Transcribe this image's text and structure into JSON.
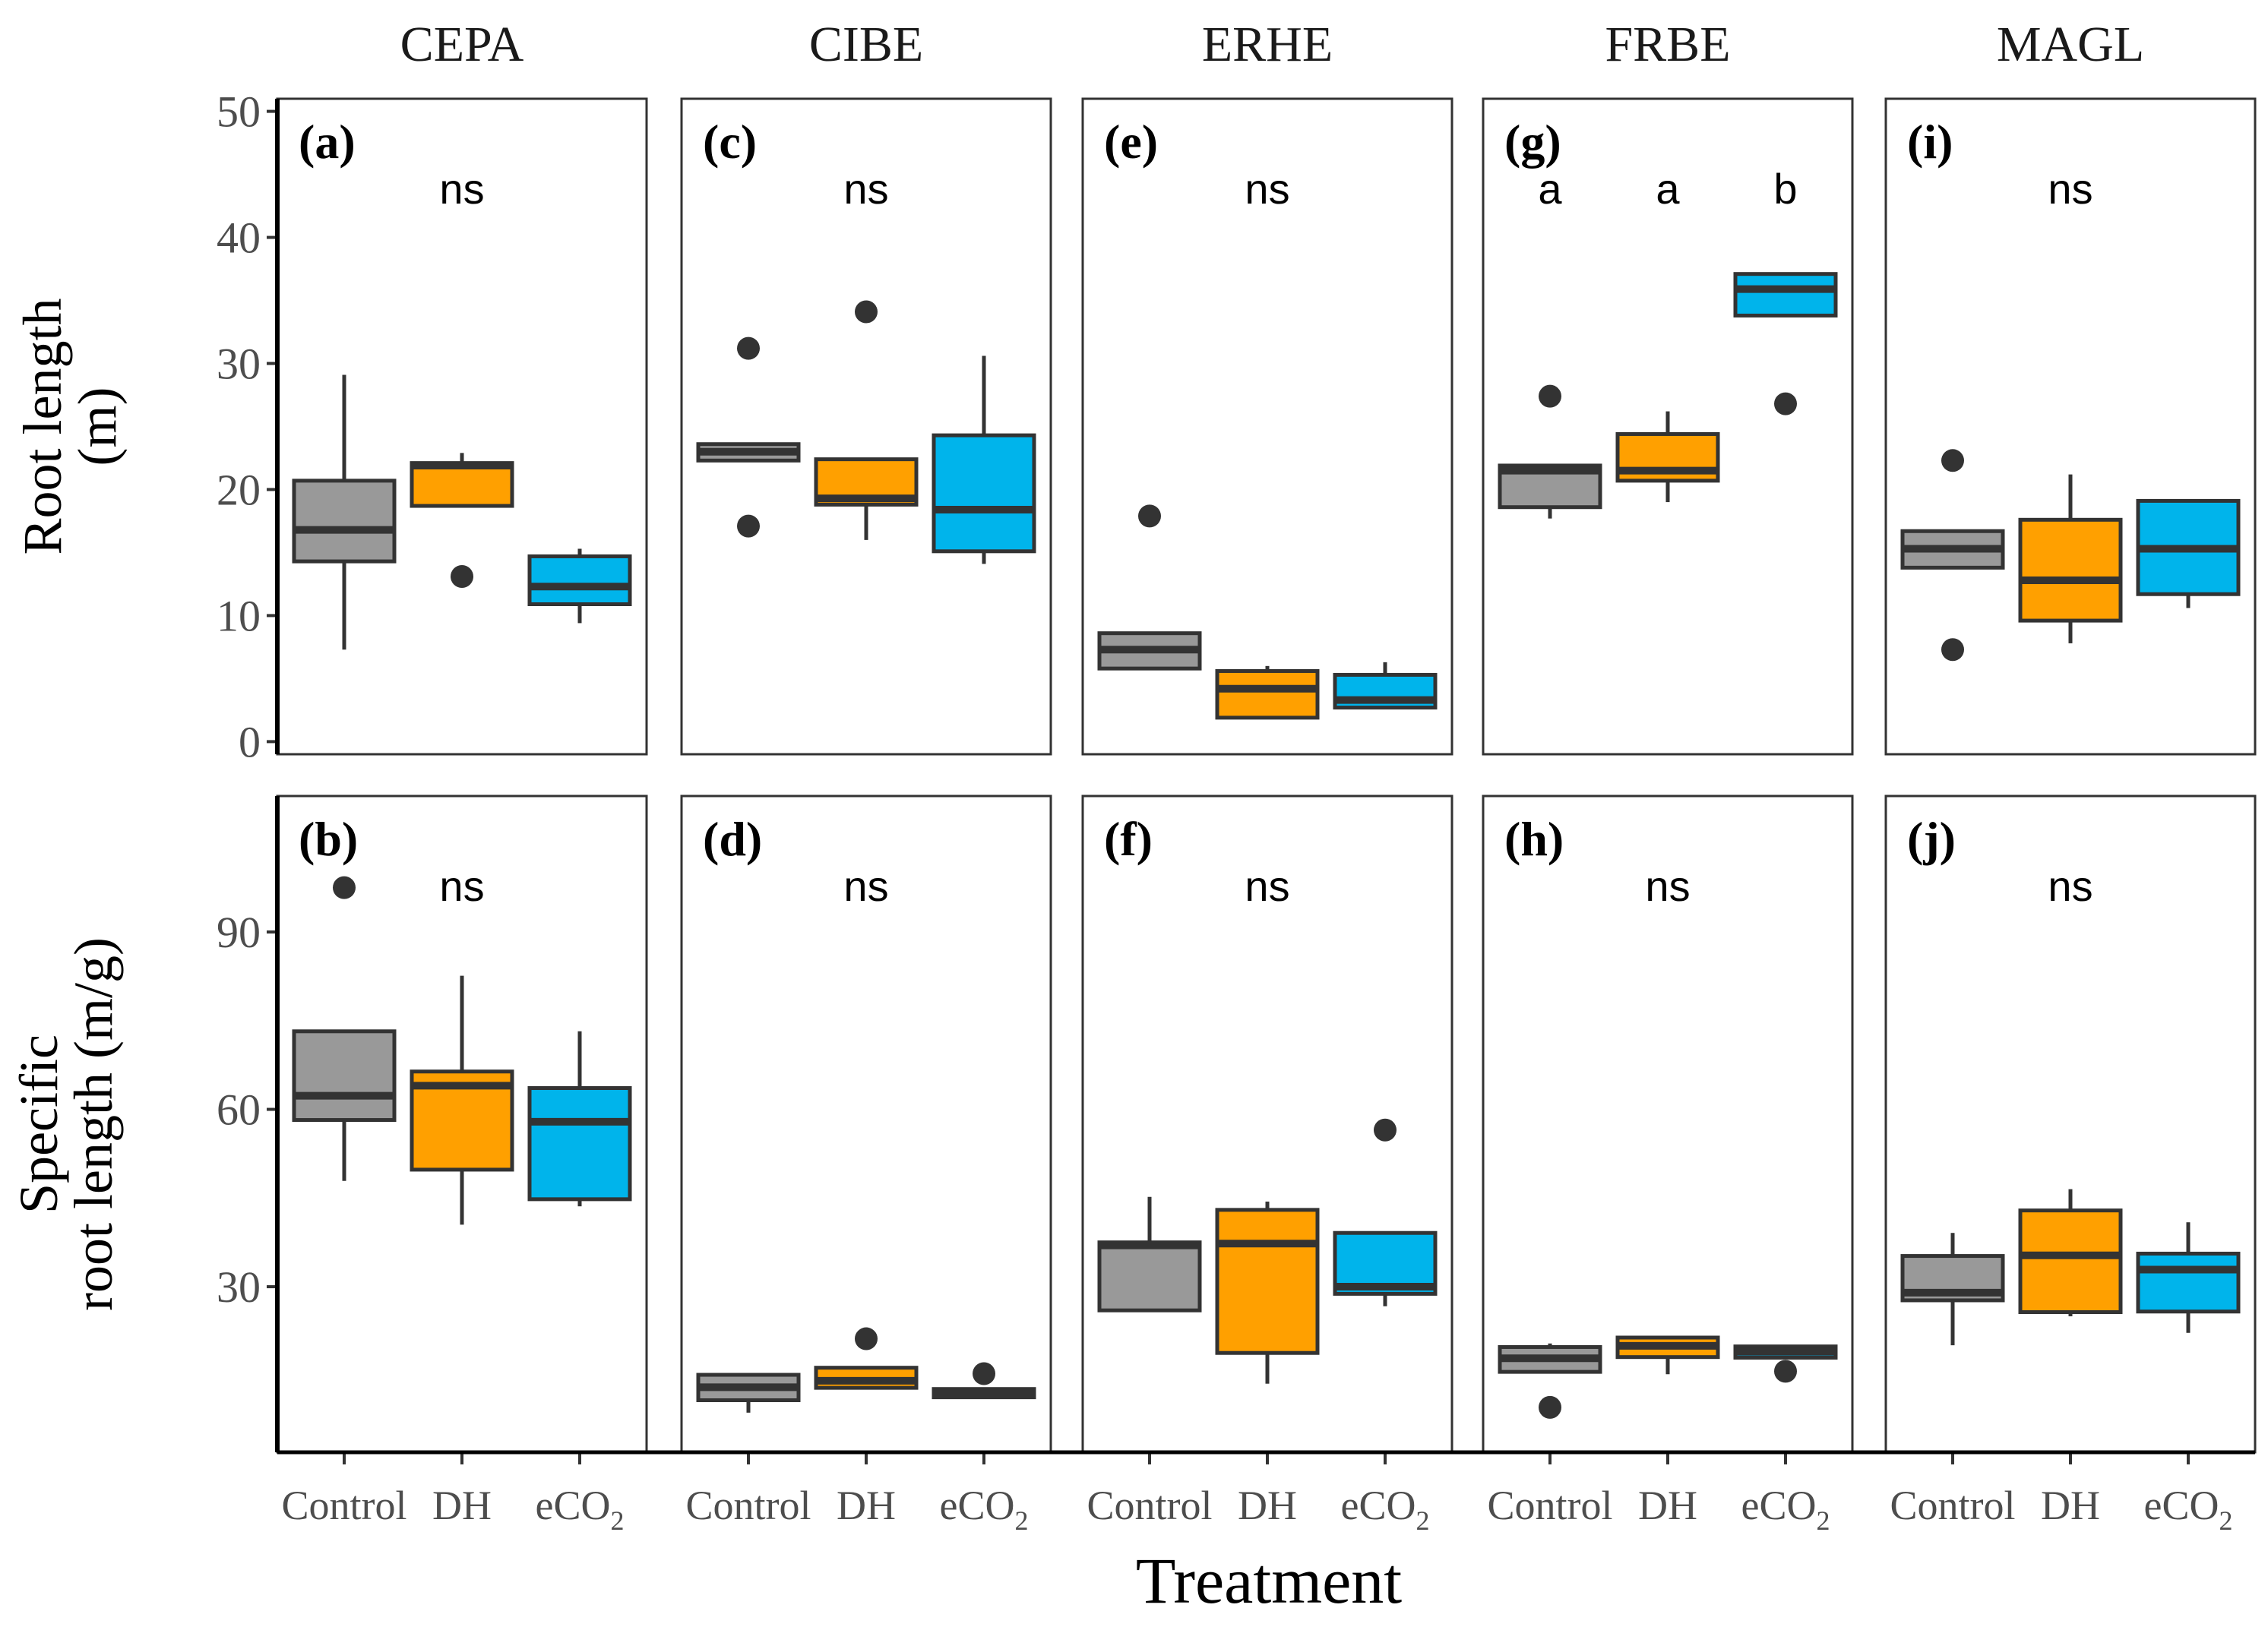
{
  "chart_data": {
    "type": "box",
    "species": [
      "CEPA",
      "CIBE",
      "ERHE",
      "FRBE",
      "MAGL"
    ],
    "treatments": [
      "Control",
      "DH",
      "eCO2"
    ],
    "treatment_labels": [
      {
        "text": "Control",
        "sub": ""
      },
      {
        "text": "DH",
        "sub": ""
      },
      {
        "text": "eCO",
        "sub": "2"
      }
    ],
    "colors": {
      "Control": "#999999",
      "DH": "#FFA000",
      "eCO2": "#00B4EB"
    },
    "xlabel": "Treatment",
    "rows": [
      {
        "ylabel_lines": [
          "Root length",
          "(m)"
        ],
        "ylim": [
          -1,
          51
        ],
        "yticks": [
          0,
          10,
          20,
          30,
          40,
          50
        ],
        "panels": [
          {
            "label": "(a)",
            "letters": [
              "ns"
            ],
            "boxes": [
              {
                "q1": 14.3,
                "median": 16.8,
                "q3": 20.7,
                "whisker_low": 7.3,
                "whisker_high": 29.1,
                "outliers": []
              },
              {
                "q1": 18.7,
                "median": 21.9,
                "q3": 22.1,
                "whisker_low": 18.7,
                "whisker_high": 22.9,
                "outliers": [
                  13.1
                ]
              },
              {
                "q1": 10.9,
                "median": 12.3,
                "q3": 14.7,
                "whisker_low": 9.4,
                "whisker_high": 15.3,
                "outliers": []
              }
            ]
          },
          {
            "label": "(c)",
            "letters": [
              "ns"
            ],
            "boxes": [
              {
                "q1": 22.3,
                "median": 23.0,
                "q3": 23.6,
                "whisker_low": 22.3,
                "whisker_high": 23.6,
                "outliers": [
                  31.2,
                  17.1
                ]
              },
              {
                "q1": 18.8,
                "median": 19.3,
                "q3": 22.4,
                "whisker_low": 16.0,
                "whisker_high": 22.4,
                "outliers": [
                  34.1
                ]
              },
              {
                "q1": 15.1,
                "median": 18.4,
                "q3": 24.3,
                "whisker_low": 14.1,
                "whisker_high": 30.6,
                "outliers": []
              }
            ]
          },
          {
            "label": "(e)",
            "letters": [
              "ns"
            ],
            "boxes": [
              {
                "q1": 5.8,
                "median": 7.3,
                "q3": 8.6,
                "whisker_low": 5.8,
                "whisker_high": 8.6,
                "outliers": [
                  17.9
                ]
              },
              {
                "q1": 1.9,
                "median": 4.2,
                "q3": 5.6,
                "whisker_low": 1.9,
                "whisker_high": 6.0,
                "outliers": []
              },
              {
                "q1": 2.7,
                "median": 3.3,
                "q3": 5.3,
                "whisker_low": 2.7,
                "whisker_high": 6.3,
                "outliers": []
              }
            ]
          },
          {
            "label": "(g)",
            "letters": [
              "a",
              "a",
              "b"
            ],
            "boxes": [
              {
                "q1": 18.6,
                "median": 21.5,
                "q3": 21.9,
                "whisker_low": 17.7,
                "whisker_high": 21.9,
                "outliers": [
                  27.4
                ]
              },
              {
                "q1": 20.7,
                "median": 21.5,
                "q3": 24.4,
                "whisker_low": 19.0,
                "whisker_high": 26.2,
                "outliers": []
              },
              {
                "q1": 33.8,
                "median": 35.9,
                "q3": 37.1,
                "whisker_low": 33.8,
                "whisker_high": 37.1,
                "outliers": [
                  26.8
                ]
              }
            ]
          },
          {
            "label": "(i)",
            "letters": [
              "ns"
            ],
            "boxes": [
              {
                "q1": 13.8,
                "median": 15.3,
                "q3": 16.7,
                "whisker_low": 13.8,
                "whisker_high": 16.7,
                "outliers": [
                  22.3,
                  7.3
                ]
              },
              {
                "q1": 9.6,
                "median": 12.8,
                "q3": 17.6,
                "whisker_low": 7.8,
                "whisker_high": 21.2,
                "outliers": []
              },
              {
                "q1": 11.7,
                "median": 15.3,
                "q3": 19.1,
                "whisker_low": 10.6,
                "whisker_high": 19.1,
                "outliers": []
              }
            ]
          }
        ]
      },
      {
        "ylabel_lines": [
          "Specific",
          "root length (m/g)"
        ],
        "ylim": [
          2,
          113
        ],
        "yticks": [
          30,
          60,
          90
        ],
        "panels": [
          {
            "label": "(b)",
            "letters": [
              "ns"
            ],
            "boxes": [
              {
                "q1": 58.2,
                "median": 62.3,
                "q3": 73.2,
                "whisker_low": 47.9,
                "whisker_high": 73.2,
                "outliers": [
                  97.5
                ]
              },
              {
                "q1": 49.8,
                "median": 64.0,
                "q3": 66.4,
                "whisker_low": 40.5,
                "whisker_high": 82.6,
                "outliers": []
              },
              {
                "q1": 44.8,
                "median": 57.9,
                "q3": 63.6,
                "whisker_low": 43.6,
                "whisker_high": 73.2,
                "outliers": []
              }
            ]
          },
          {
            "label": "(d)",
            "letters": [
              "ns"
            ],
            "boxes": [
              {
                "q1": 10.8,
                "median": 13.0,
                "q3": 15.1,
                "whisker_low": 8.7,
                "whisker_high": 15.1,
                "outliers": []
              },
              {
                "q1": 12.9,
                "median": 14.1,
                "q3": 16.3,
                "whisker_low": 12.9,
                "whisker_high": 16.3,
                "outliers": [
                  21.2
                ]
              },
              {
                "q1": 11.3,
                "median": 11.9,
                "q3": 12.7,
                "whisker_low": 11.3,
                "whisker_high": 12.7,
                "outliers": [
                  15.3
                ]
              }
            ]
          },
          {
            "label": "(f)",
            "letters": [
              "ns"
            ],
            "boxes": [
              {
                "q1": 26.0,
                "median": 37.0,
                "q3": 37.5,
                "whisker_low": 26.0,
                "whisker_high": 45.2,
                "outliers": []
              },
              {
                "q1": 18.8,
                "median": 37.3,
                "q3": 43.0,
                "whisker_low": 13.6,
                "whisker_high": 44.4,
                "outliers": []
              },
              {
                "q1": 28.8,
                "median": 30.0,
                "q3": 39.1,
                "whisker_low": 26.7,
                "whisker_high": 39.1,
                "outliers": [
                  56.5
                ]
              }
            ]
          },
          {
            "label": "(h)",
            "letters": [
              "ns"
            ],
            "boxes": [
              {
                "q1": 15.6,
                "median": 17.9,
                "q3": 19.8,
                "whisker_low": 15.6,
                "whisker_high": 20.4,
                "outliers": [
                  9.6
                ]
              },
              {
                "q1": 18.1,
                "median": 20.0,
                "q3": 21.4,
                "whisker_low": 15.2,
                "whisker_high": 21.4,
                "outliers": []
              },
              {
                "q1": 18.0,
                "median": 19.0,
                "q3": 19.9,
                "whisker_low": 18.0,
                "whisker_high": 19.9,
                "outliers": [
                  15.7
                ]
              }
            ]
          },
          {
            "label": "(j)",
            "letters": [
              "ns"
            ],
            "boxes": [
              {
                "q1": 27.7,
                "median": 29.0,
                "q3": 35.2,
                "whisker_low": 20.1,
                "whisker_high": 39.1,
                "outliers": []
              },
              {
                "q1": 25.7,
                "median": 35.3,
                "q3": 42.9,
                "whisker_low": 25.0,
                "whisker_high": 46.5,
                "outliers": []
              },
              {
                "q1": 25.8,
                "median": 32.9,
                "q3": 35.6,
                "whisker_low": 22.2,
                "whisker_high": 40.9,
                "outliers": []
              }
            ]
          }
        ]
      }
    ]
  }
}
